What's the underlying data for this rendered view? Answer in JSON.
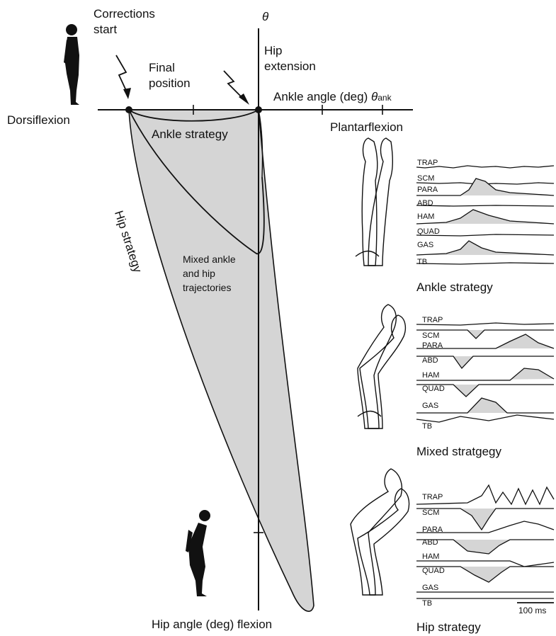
{
  "axis": {
    "y_symbol": "θ",
    "x_label": "Ankle angle (deg)",
    "x_symbol": "θ",
    "x_symbol_sub": "ank",
    "bottom_label": "Hip angle (deg) flexion",
    "dorsiflexion": "Dorsiflexion",
    "plantarflexion": "Plantarflexion",
    "hip_extension_line1": "Hip",
    "hip_extension_line2": "extension"
  },
  "annotations": {
    "corrections_line1": "Corrections",
    "corrections_line2": "start",
    "final_line1": "Final",
    "final_line2": "position"
  },
  "regions": {
    "ankle_strategy": "Ankle strategy",
    "hip_strategy": "Hip strategy",
    "mixed_line1": "Mixed ankle",
    "mixed_line2": "and hip",
    "mixed_line3": "trajectories"
  },
  "emg_panels": [
    {
      "caption": "Ankle strategy",
      "muscles": [
        "TRAP",
        "SCM",
        "PARA",
        "ABD",
        "HAM",
        "QUAD",
        "GAS",
        "TB"
      ]
    },
    {
      "caption": "Mixed stratgegy",
      "muscles": [
        "TRAP",
        "SCM",
        "PARA",
        "ABD",
        "HAM",
        "QUAD",
        "GAS",
        "TB"
      ]
    },
    {
      "caption": "Hip strategy",
      "muscles": [
        "TRAP",
        "SCM",
        "PARA",
        "ABD",
        "HAM",
        "QUAD",
        "GAS",
        "TB"
      ],
      "scale_label": "100 ms"
    }
  ],
  "colors": {
    "region_fill": "#d5d5d5",
    "ink": "#111111",
    "figure_fill": "#111111",
    "background": "#f1f4f9"
  }
}
